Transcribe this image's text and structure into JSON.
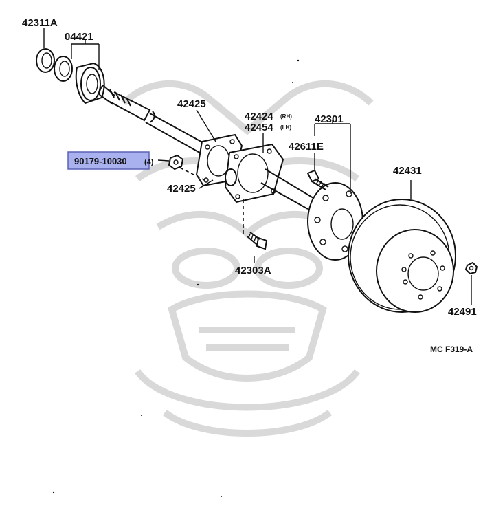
{
  "labels": {
    "p42311a": "42311A",
    "p04421": "04421",
    "p42425_top": "42425",
    "p42424": "42424",
    "p42424_side": "(RH)",
    "p42454": "42454",
    "p42454_side": "(LH)",
    "p42301": "42301",
    "p42611e": "42611E",
    "p90179": "90179-10030",
    "p90179_qty": "(4)",
    "p42425_bottom": "42425",
    "p42431": "42431",
    "p42303a": "42303A",
    "p42491": "42491",
    "figure_code": "MC F319-A"
  },
  "highlight": {
    "part": "90179-10030",
    "fill": "#a9b2ee",
    "border": "#5b63b6"
  },
  "colors": {
    "ink": "#111111",
    "watermark": "#d9d9d9",
    "background": "#ffffff"
  }
}
